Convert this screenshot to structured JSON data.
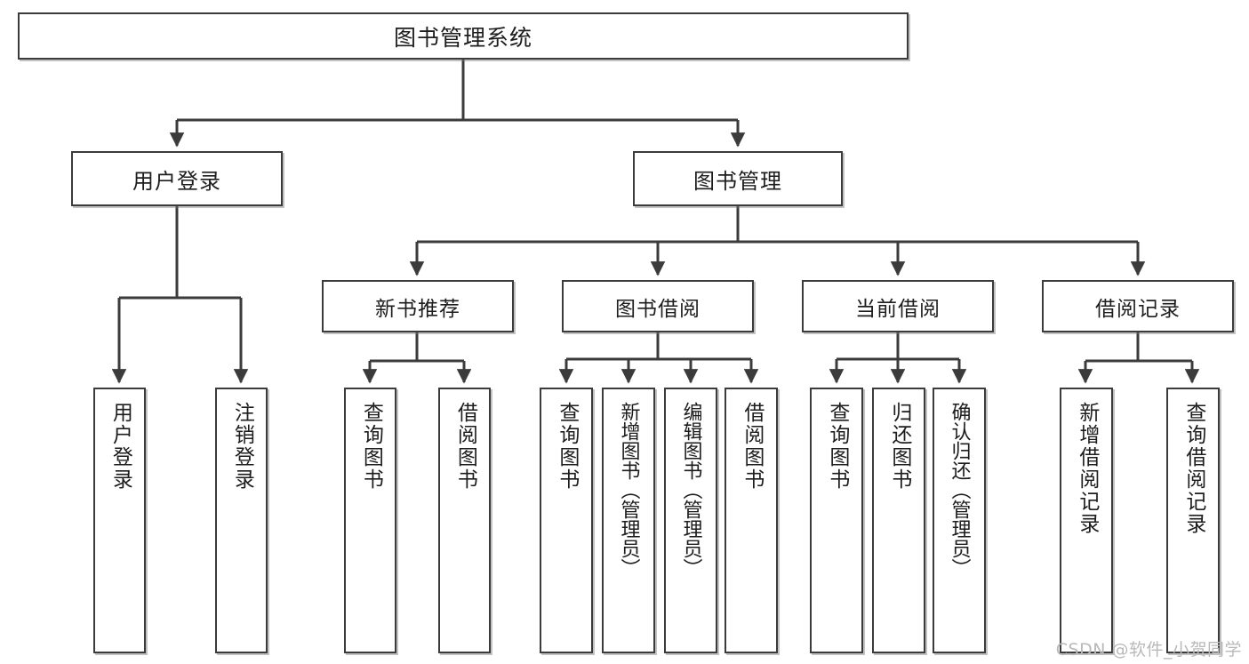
{
  "diagram": {
    "title": "图书管理系统",
    "watermark": "CSDN @软件_小贺同学",
    "line_color": "#3b3b3b",
    "box_fill": "#ffffff",
    "text_color": "#1d1d1d"
  },
  "nodes": {
    "root": {
      "label": "图书管理系统"
    },
    "level2": [
      {
        "label": "用户登录"
      },
      {
        "label": "图书管理"
      }
    ],
    "level3": [
      {
        "label": "新书推荐"
      },
      {
        "label": "图书借阅"
      },
      {
        "label": "当前借阅"
      },
      {
        "label": "借阅记录"
      }
    ],
    "leaves": {
      "user_login": [
        {
          "label": "用户登录"
        },
        {
          "label": "注销登录"
        }
      ],
      "new_book_recommend": [
        {
          "label": "查询图书"
        },
        {
          "label": "借阅图书"
        }
      ],
      "book_borrow": [
        {
          "label": "查询图书"
        },
        {
          "label": "新增图书（管理员）"
        },
        {
          "label": "编辑图书（管理员）"
        },
        {
          "label": "借阅图书"
        }
      ],
      "current_borrow": [
        {
          "label": "查询图书"
        },
        {
          "label": "归还图书"
        },
        {
          "label": "确认归还（管理员）"
        }
      ],
      "borrow_record": [
        {
          "label": "新增借阅记录"
        },
        {
          "label": "查询借阅记录"
        }
      ]
    }
  }
}
